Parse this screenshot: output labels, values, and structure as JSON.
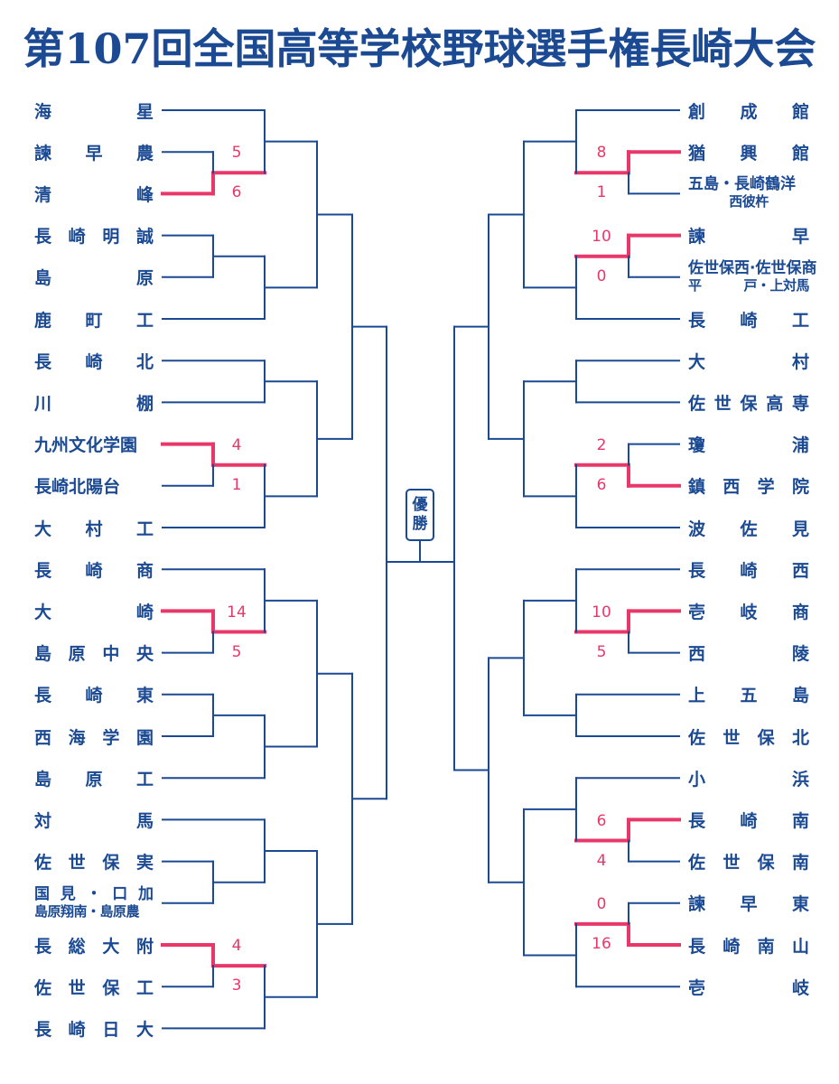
{
  "title": "第107回全国高等学校野球選手権長崎大会",
  "champion_label": "優勝",
  "colors": {
    "line": "#1b4a93",
    "win": "#e8386a",
    "text": "#1b4a93"
  },
  "left": {
    "teams": [
      {
        "name": "海星",
        "split": [
          "海",
          "星"
        ]
      },
      {
        "name": "諫早農",
        "split": [
          "諫",
          "早",
          "農"
        ]
      },
      {
        "name": "清峰",
        "split": [
          "清",
          "峰"
        ]
      },
      {
        "name": "長崎明誠",
        "split": [
          "長",
          "崎",
          "明",
          "誠"
        ]
      },
      {
        "name": "島原",
        "split": [
          "島",
          "原"
        ]
      },
      {
        "name": "鹿町工",
        "split": [
          "鹿",
          "町",
          "工"
        ]
      },
      {
        "name": "長崎北",
        "split": [
          "長",
          "崎",
          "北"
        ]
      },
      {
        "name": "川棚",
        "split": [
          "川",
          "棚"
        ]
      },
      {
        "name": "九州文化学園",
        "split": [
          "九州文化学園"
        ]
      },
      {
        "name": "長崎北陽台",
        "split": [
          "長崎北陽台"
        ]
      },
      {
        "name": "大村工",
        "split": [
          "大",
          "村",
          "工"
        ]
      },
      {
        "name": "長崎商",
        "split": [
          "長",
          "崎",
          "商"
        ]
      },
      {
        "name": "大崎",
        "split": [
          "大",
          "崎"
        ]
      },
      {
        "name": "島原中央",
        "split": [
          "島",
          "原",
          "中",
          "央"
        ]
      },
      {
        "name": "長崎東",
        "split": [
          "長",
          "崎",
          "東"
        ]
      },
      {
        "name": "西海学園",
        "split": [
          "西",
          "海",
          "学",
          "園"
        ]
      },
      {
        "name": "島原工",
        "split": [
          "島",
          "原",
          "工"
        ]
      },
      {
        "name": "対馬",
        "split": [
          "対",
          "馬"
        ]
      },
      {
        "name": "佐世保実",
        "split": [
          "佐",
          "世",
          "保",
          "実"
        ]
      },
      {
        "name": "国見・口加／島原翔南・島原農",
        "lines": [
          [
            "国",
            "見",
            "・",
            "口",
            "加"
          ],
          [
            "島原翔南・島原農"
          ]
        ]
      },
      {
        "name": "長総大附",
        "split": [
          "長",
          "総",
          "大",
          "附"
        ]
      },
      {
        "name": "佐世保工",
        "split": [
          "佐",
          "世",
          "保",
          "工"
        ]
      },
      {
        "name": "長崎日大",
        "split": [
          "長",
          "崎",
          "日",
          "大"
        ]
      }
    ],
    "results": [
      {
        "top": "5",
        "bottom": "6",
        "winner": "bottom"
      },
      {
        "top": "4",
        "bottom": "1",
        "winner": "top"
      },
      {
        "top": "14",
        "bottom": "5",
        "winner": "top"
      },
      {
        "top": "4",
        "bottom": "3",
        "winner": "top"
      }
    ]
  },
  "right": {
    "teams": [
      {
        "name": "創成館",
        "split": [
          "創",
          "成",
          "館"
        ]
      },
      {
        "name": "猶興館",
        "split": [
          "猶",
          "興",
          "館"
        ]
      },
      {
        "name": "五島・長崎鶴洋／西彼杵",
        "lines": [
          [
            "五島・長崎鶴洋"
          ],
          [
            "西彼杵"
          ]
        ]
      },
      {
        "name": "諫早",
        "split": [
          "諫",
          "早"
        ]
      },
      {
        "name": "佐世保西・佐世保商／平戸・上対馬",
        "lines": [
          [
            "佐世保西·佐世保商"
          ],
          [
            "平",
            "戸・上対馬"
          ]
        ]
      },
      {
        "name": "長崎工",
        "split": [
          "長",
          "崎",
          "工"
        ]
      },
      {
        "name": "大村",
        "split": [
          "大",
          "村"
        ]
      },
      {
        "name": "佐世保高専",
        "split": [
          "佐",
          "世",
          "保",
          "高",
          "専"
        ]
      },
      {
        "name": "瓊浦",
        "split": [
          "瓊",
          "浦"
        ]
      },
      {
        "name": "鎮西学院",
        "split": [
          "鎮",
          "西",
          "学",
          "院"
        ]
      },
      {
        "name": "波佐見",
        "split": [
          "波",
          "佐",
          "見"
        ]
      },
      {
        "name": "長崎西",
        "split": [
          "長",
          "崎",
          "西"
        ]
      },
      {
        "name": "壱岐商",
        "split": [
          "壱",
          "岐",
          "商"
        ]
      },
      {
        "name": "西陵",
        "split": [
          "西",
          "陵"
        ]
      },
      {
        "name": "上五島",
        "split": [
          "上",
          "五",
          "島"
        ]
      },
      {
        "name": "佐世保北",
        "split": [
          "佐",
          "世",
          "保",
          "北"
        ]
      },
      {
        "name": "小浜",
        "split": [
          "小",
          "浜"
        ]
      },
      {
        "name": "長崎南",
        "split": [
          "長",
          "崎",
          "南"
        ]
      },
      {
        "name": "佐世保南",
        "split": [
          "佐",
          "世",
          "保",
          "南"
        ]
      },
      {
        "name": "諫早東",
        "split": [
          "諫",
          "早",
          "東"
        ]
      },
      {
        "name": "長崎南山",
        "split": [
          "長",
          "崎",
          "南",
          "山"
        ]
      },
      {
        "name": "壱岐",
        "split": [
          "壱",
          "岐"
        ]
      }
    ],
    "results": [
      {
        "top": "8",
        "bottom": "1",
        "winner": "top"
      },
      {
        "top": "10",
        "bottom": "0",
        "winner": "top"
      },
      {
        "top": "2",
        "bottom": "6",
        "winner": "bottom"
      },
      {
        "top": "10",
        "bottom": "5",
        "winner": "top"
      },
      {
        "top": "6",
        "bottom": "4",
        "winner": "top"
      },
      {
        "top": "0",
        "bottom": "16",
        "winner": "bottom"
      }
    ]
  }
}
